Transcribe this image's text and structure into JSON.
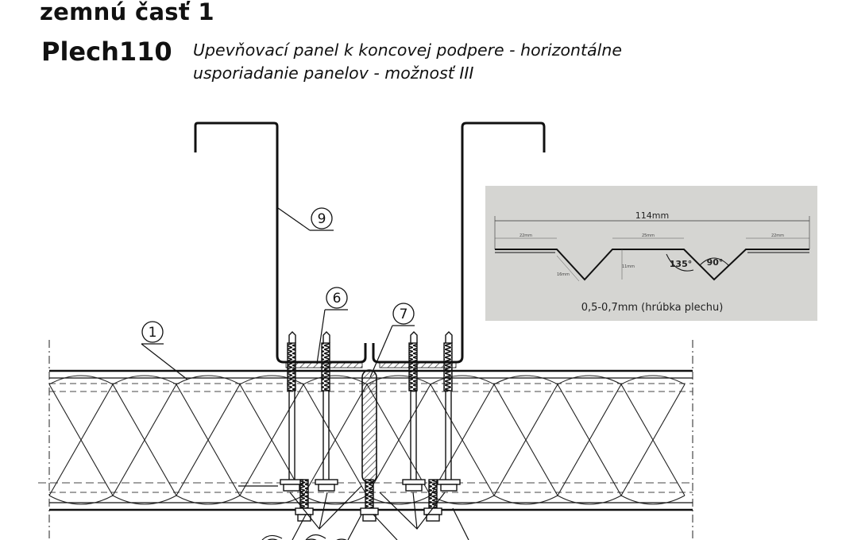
{
  "header": {
    "title_line1": "zemnú časť 1",
    "title_line2": "Plech110",
    "subtitle_line1": "Upevňovací panel k koncovej podpere - horizontálne",
    "subtitle_line2": "usporiadanie panelov - možnosť III"
  },
  "callouts": {
    "c1": "1",
    "c6": "6",
    "c7": "7",
    "c9": "9"
  },
  "profile_inset": {
    "overall_width": "114mm",
    "left_flat": "22mm",
    "middle_flat": "25mm",
    "right_flat": "22mm",
    "groove_slope": "16mm",
    "groove_depth": "11mm",
    "angle_obtuse": "135°",
    "angle_right": "90°",
    "thickness_note": "0,5-0,7mm (hrúbka plechu)"
  }
}
